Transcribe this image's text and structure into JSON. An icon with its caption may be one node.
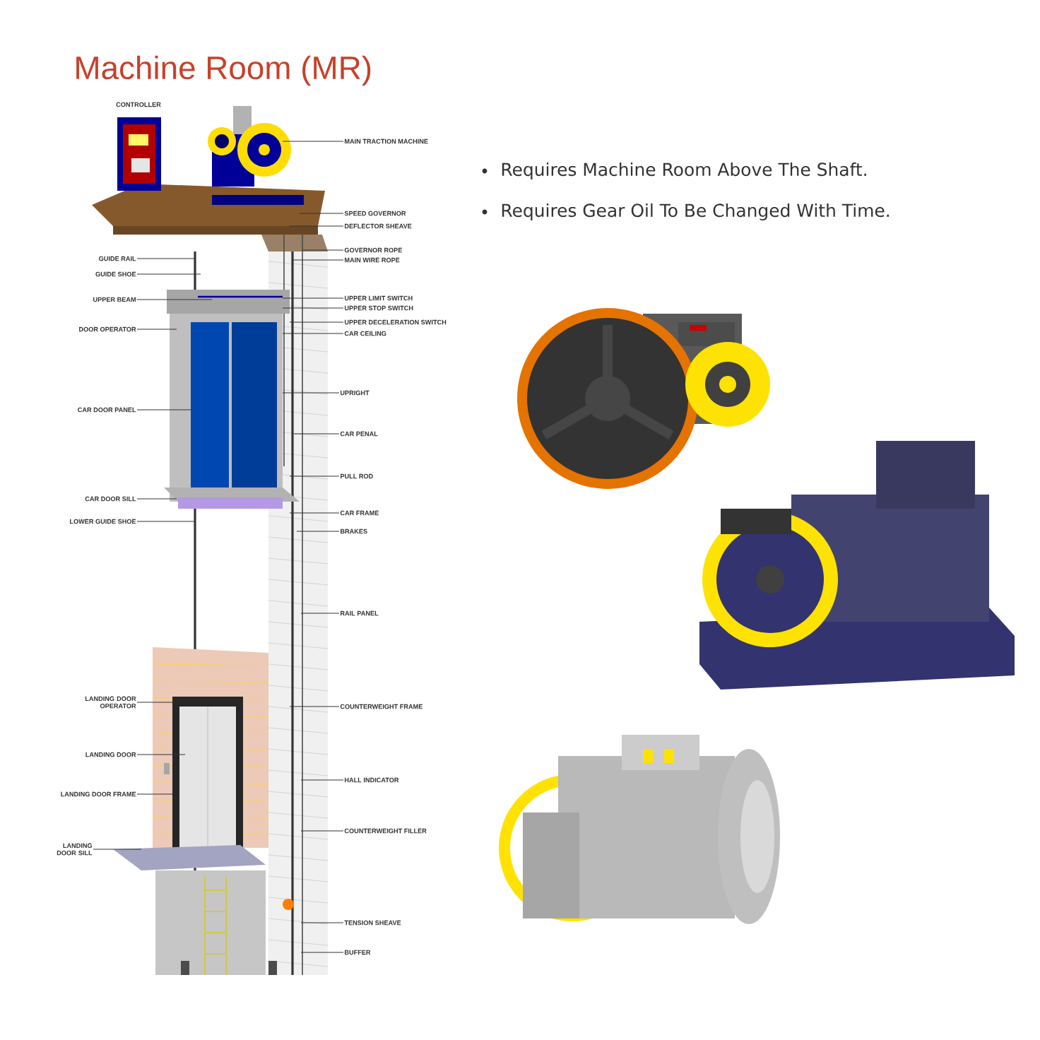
{
  "diagram": {
    "title": "Machine Room (MR)",
    "nodes": [
      {
        "text": [
          "GUIDE RAIL"
        ]
      },
      {
        "text": [
          "GUIDE SHOE"
        ]
      },
      {
        "text": [
          "UPPER BEAM"
        ]
      },
      {
        "text": [
          "DOOR OPERATOR"
        ]
      },
      {
        "text": [
          "CAR DOOR PANEL"
        ]
      },
      {
        "text": [
          "CAR DOOR SILL"
        ]
      },
      {
        "text": [
          "LOWER GUIDE SHOE"
        ]
      },
      {
        "text": [
          "LANDING DOOR OPERATOR"
        ]
      },
      {
        "text": [
          "LANDING DOOR"
        ]
      },
      {
        "text": [
          "LANDING DOOR FRAME"
        ]
      },
      {
        "text": [
          "LANDING DOOR SILL"
        ]
      },
      {
        "text": [
          "MAIN TRACTION MACHINE"
        ]
      },
      {
        "text": [
          "SPEED GOVERNOR"
        ]
      },
      {
        "text": [
          "DEFLECTOR SHEAVE"
        ]
      },
      {
        "text": [
          "GOVERNOR ROPE"
        ]
      },
      {
        "text": [
          "MAIN WIRE ROPE"
        ]
      },
      {
        "text": [
          "UPPER LIMIT SWITCH"
        ]
      },
      {
        "text": [
          "UPPER STOP SWITCH"
        ]
      },
      {
        "text": [
          "UPPER DECELERATION SWITCH"
        ]
      },
      {
        "text": [
          "CAR CEILING"
        ]
      },
      {
        "text": [
          "UPRIGHT"
        ]
      },
      {
        "text": [
          "CAR PENAL"
        ]
      },
      {
        "text": [
          "PULL ROD"
        ]
      },
      {
        "text": [
          "CAR FRAME"
        ]
      },
      {
        "text": [
          "BRAKES"
        ]
      },
      {
        "text": [
          "RAIL PANEL"
        ]
      },
      {
        "text": [
          "COUNTERWEIGHT FRAME"
        ]
      },
      {
        "text": [
          "HALL INDICATOR"
        ]
      },
      {
        "text": [
          "COUNTERWEIGHT FILLER"
        ]
      },
      {
        "text": [
          "TENSION SHEAVE"
        ]
      },
      {
        "text": [
          "BUFFER"
        ]
      }
    ],
    "edges": [
      {
        "from": 0,
        "to": null,
        "arrow": "none"
      },
      {
        "from": 1,
        "to": null,
        "arrow": "none"
      },
      {
        "from": 2,
        "to": null,
        "arrow": "none"
      },
      {
        "from": 3,
        "to": null,
        "arrow": "none"
      },
      {
        "from": 4,
        "to": null,
        "arrow": "none"
      },
      {
        "from": 5,
        "to": null,
        "arrow": "none"
      },
      {
        "from": 6,
        "to": null,
        "arrow": "none"
      },
      {
        "from": 7,
        "to": null,
        "arrow": "none"
      },
      {
        "from": 8,
        "to": null,
        "arrow": "none"
      },
      {
        "from": 9,
        "to": null,
        "arrow": "none"
      },
      {
        "from": 10,
        "to": null,
        "arrow": "none"
      },
      {
        "from": 11,
        "to": null,
        "arrow": "none"
      },
      {
        "from": 12,
        "to": null,
        "arrow": "none"
      },
      {
        "from": 13,
        "to": null,
        "arrow": "none"
      },
      {
        "from": 14,
        "to": null,
        "arrow": "none"
      },
      {
        "from": 15,
        "to": null,
        "arrow": "none"
      },
      {
        "from": 16,
        "to": null,
        "arrow": "none"
      },
      {
        "from": 17,
        "to": null,
        "arrow": "none"
      },
      {
        "from": 18,
        "to": null,
        "arrow": "none"
      },
      {
        "from": 19,
        "to": null,
        "arrow": "none"
      },
      {
        "from": 20,
        "to": null,
        "arrow": "none"
      },
      {
        "from": 21,
        "to": null,
        "arrow": "none"
      },
      {
        "from": 22,
        "to": null,
        "arrow": "none"
      },
      {
        "from": 23,
        "to": null,
        "arrow": "none"
      },
      {
        "from": 24,
        "to": null,
        "arrow": "none"
      },
      {
        "from": 25,
        "to": null,
        "arrow": "none"
      },
      {
        "from": 26,
        "to": null,
        "arrow": "none"
      },
      {
        "from": 27,
        "to": null,
        "arrow": "none"
      },
      {
        "from": 28,
        "to": null,
        "arrow": "none"
      },
      {
        "from": 29,
        "to": null,
        "arrow": "none"
      },
      {
        "from": 30,
        "to": null,
        "arrow": "none"
      }
    ],
    "labels": [
      "CONTROLLER",
      "Requires Machine Room Above The Shaft.",
      "Requires Gear Oil To Be Changed With Time."
    ]
  }
}
